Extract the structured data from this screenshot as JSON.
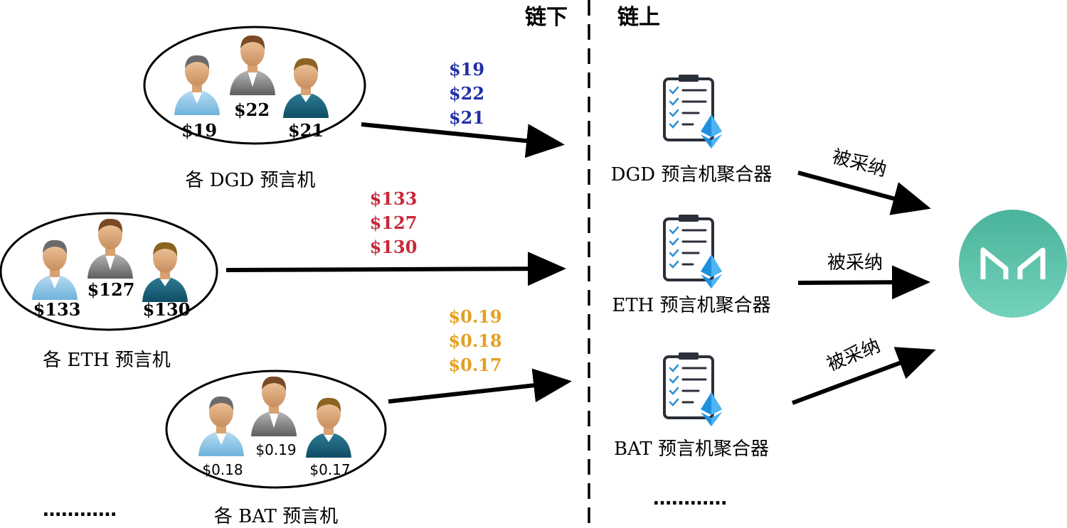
{
  "header": {
    "offchain_label": "链下",
    "onchain_label": "链上"
  },
  "oracle_groups": [
    {
      "label": "各 DGD 预言机",
      "prices": [
        "$19",
        "$22",
        "$21"
      ],
      "reported_prices": [
        "$19",
        "$22",
        "$21"
      ],
      "price_color": "#1f2fa8",
      "aggregator_label": "DGD 预言机聚合器",
      "adopted_label": "被采纳"
    },
    {
      "label": "各 ETH 预言机",
      "prices": [
        "$133",
        "$127",
        "$130"
      ],
      "reported_prices": [
        "$133",
        "$127",
        "$130"
      ],
      "price_color": "#c8283a",
      "aggregator_label": "ETH 预言机聚合器",
      "adopted_label": "被采纳"
    },
    {
      "label": "各 BAT 预言机",
      "prices": [
        "$0.18",
        "$0.19",
        "$0.17"
      ],
      "reported_prices": [
        "$0.19",
        "$0.18",
        "$0.17"
      ],
      "price_color": "#e3a020",
      "aggregator_label": "BAT 预言机聚合器",
      "adopted_label": "被采纳"
    }
  ],
  "ellipsis_left": "…………",
  "ellipsis_right": "…………",
  "colors": {
    "maker_gradient_top": "#4fb8a0",
    "maker_gradient_bottom": "#6fd0b8",
    "eth_diamond": "#1e90e0",
    "clipboard_check": "#2a8fd8"
  },
  "icons": [
    "person-icon",
    "clipboard-checklist-icon",
    "ethereum-diamond-icon",
    "maker-logo-icon"
  ]
}
